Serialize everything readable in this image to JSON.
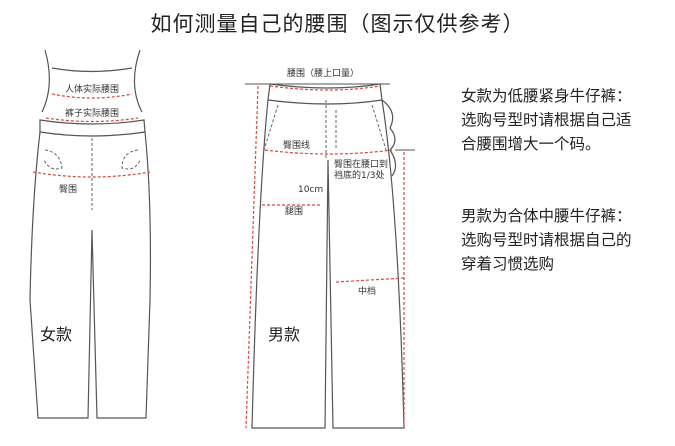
{
  "title": "如何测量自己的腰围（图示仅供参考）",
  "women": {
    "label": "女款",
    "body_waist": "人体实际腰围",
    "pants_waist": "裤子实际腰围",
    "hip": "臀围"
  },
  "men": {
    "label": "男款",
    "waist": "腰围（腰上口量）",
    "hip_line": "臀围线",
    "hip_note_1": "臀围在腰口到",
    "hip_note_2": "裆底的1/3处",
    "ten_cm": "10cm",
    "thigh": "腿围",
    "crotch": "中档"
  },
  "notes": {
    "women_lines": [
      "女款为低腰紧身牛仔裤：",
      "选购号型时请根据自己适",
      "合腰围增大一个码。"
    ],
    "men_lines": [
      "男款为合体中腰牛仔裤：",
      "选购号型时请根据自己的",
      "穿着习惯选购"
    ]
  },
  "colors": {
    "measure": "#e0463f",
    "outline": "#555555"
  }
}
